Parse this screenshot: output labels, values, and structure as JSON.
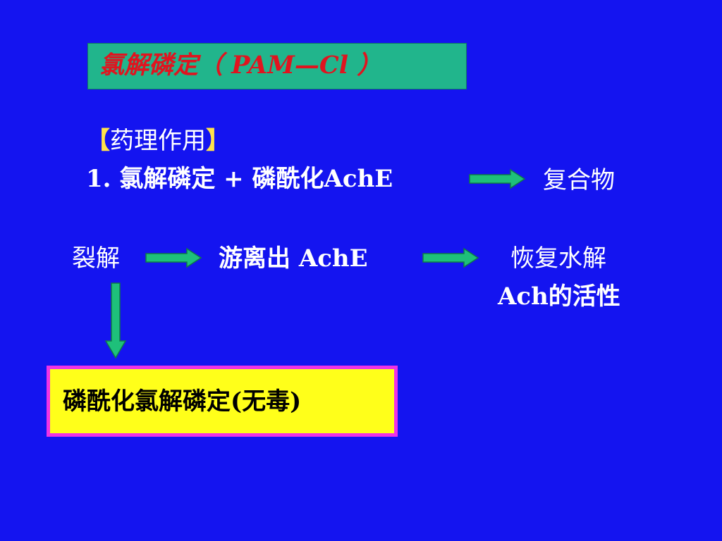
{
  "title": "氯解磷定（ PAM—Cl ）",
  "section": {
    "open_bracket": "【",
    "heading": "药理作用",
    "close_bracket": "】"
  },
  "step1": {
    "reactants": "1. 氯解磷定 + 磷酰化AchE",
    "product": "复合物"
  },
  "step2": {
    "cleave": "裂解",
    "release": "游离出 AchE",
    "restore_line1": "恢复水解",
    "restore_line2": "Ach的活性"
  },
  "byproduct": "磷酰化氯解磷定(无毒)",
  "colors": {
    "background": "#1414f0",
    "title_box": "#21b58c",
    "title_text": "#e0141f",
    "arrow_fill": "#1ec07a",
    "result_fill": "#ffff1a",
    "result_border": "#f032e6"
  },
  "icons": [
    "right-arrow-icon",
    "down-arrow-icon"
  ]
}
